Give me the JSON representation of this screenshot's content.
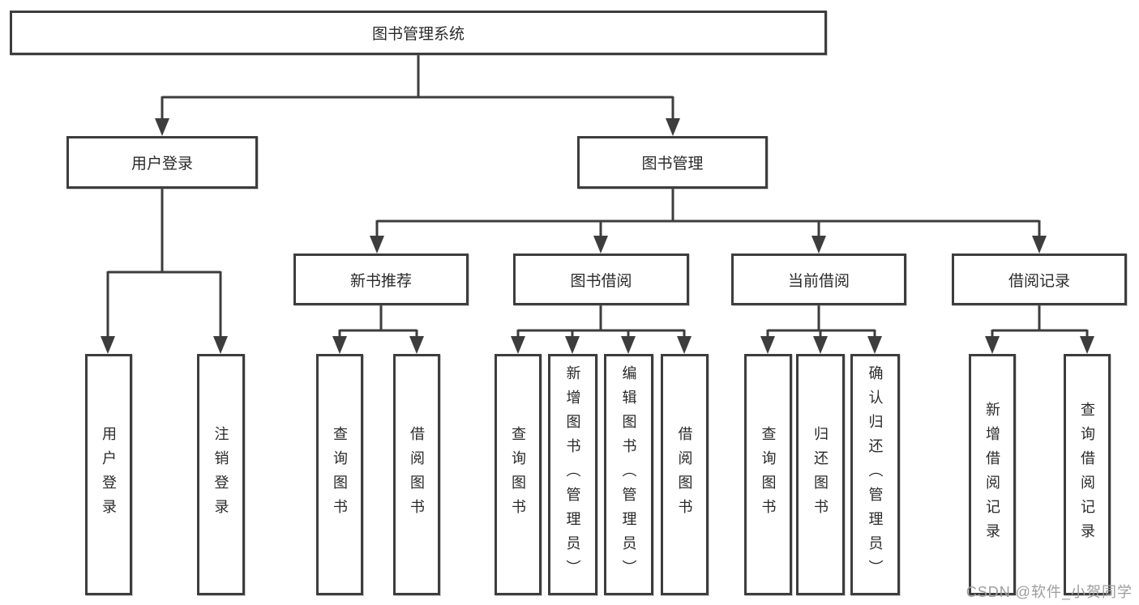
{
  "diagram": {
    "type": "hierarchy-flowchart",
    "nodes": {
      "root": "图书管理系统",
      "user_login": "用户登录",
      "book_management": "图书管理",
      "new_book_recommend": "新书推荐",
      "book_borrow": "图书借阅",
      "current_borrow": "当前借阅",
      "borrow_record": "借阅记录",
      "leaf_user_login": "用户登录",
      "leaf_logout": "注销登录",
      "leaf_nbr_query_book": "查询图书",
      "leaf_nbr_borrow_book": "借阅图书",
      "leaf_bb_query_book": "查询图书",
      "leaf_bb_add_book": "新增图书（管理员）",
      "leaf_bb_edit_book": "编辑图书（管理员）",
      "leaf_bb_borrow_book": "借阅图书",
      "leaf_cb_query_book": "查询图书",
      "leaf_cb_return_book": "归还图书",
      "leaf_cb_confirm_return": "确认归还（管理员）",
      "leaf_br_add_record": "新增借阅记录",
      "leaf_br_query_record": "查询借阅记录"
    },
    "edges": [
      [
        "图书管理系统",
        "用户登录"
      ],
      [
        "图书管理系统",
        "图书管理"
      ],
      [
        "用户登录",
        "用户登录"
      ],
      [
        "用户登录",
        "注销登录"
      ],
      [
        "图书管理",
        "新书推荐"
      ],
      [
        "图书管理",
        "图书借阅"
      ],
      [
        "图书管理",
        "当前借阅"
      ],
      [
        "图书管理",
        "借阅记录"
      ],
      [
        "新书推荐",
        "查询图书"
      ],
      [
        "新书推荐",
        "借阅图书"
      ],
      [
        "图书借阅",
        "查询图书"
      ],
      [
        "图书借阅",
        "新增图书（管理员）"
      ],
      [
        "图书借阅",
        "编辑图书（管理员）"
      ],
      [
        "图书借阅",
        "借阅图书"
      ],
      [
        "当前借阅",
        "查询图书"
      ],
      [
        "当前借阅",
        "归还图书"
      ],
      [
        "当前借阅",
        "确认归还（管理员）"
      ],
      [
        "借阅记录",
        "新增借阅记录"
      ],
      [
        "借阅记录",
        "查询借阅记录"
      ]
    ]
  },
  "watermark": {
    "text": "CSDN @软件_小贺同学",
    "color": "#9d9d9d"
  },
  "colors": {
    "line": "#3d3d3d",
    "box_border": "#3d3d3d",
    "text": "#2a2a2a",
    "background": "#ffffff"
  }
}
